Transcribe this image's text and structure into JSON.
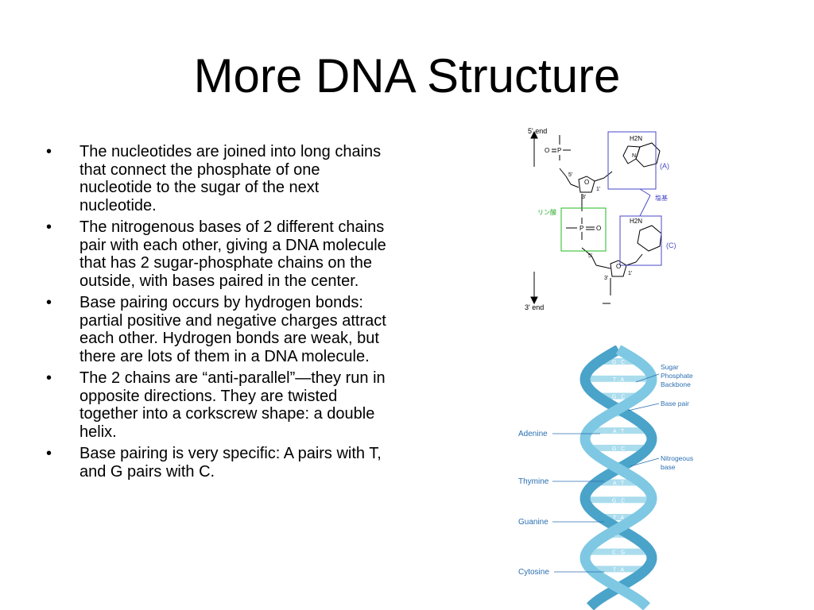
{
  "slide": {
    "title": "More DNA Structure",
    "bullets": [
      "The nucleotides are joined into long chains that connect the phosphate of one nucleotide to the sugar of the next nucleotide.",
      "The nitrogenous bases of 2 different chains pair with each other, giving a DNA molecule that has 2 sugar-phosphate chains on the outside, with bases paired in the center.",
      "Base pairing occurs by hydrogen bonds: partial positive and negative charges attract each other.  Hydrogen bonds are weak, but there are lots of them in a DNA molecule.",
      "The 2 chains are “anti-parallel”—they run in opposite directions.  They are twisted together into a corkscrew shape: a double helix.",
      "Base pairing is very specific: A pairs with T, and G pairs with C."
    ],
    "bullet_glyph": "•"
  },
  "chem_figure": {
    "five_prime": "5' end",
    "three_prime": "3' end",
    "base_a": "(A)",
    "base_c": "(C)",
    "base_jp": "塩基",
    "phosphate_jp": "リン酸",
    "h2n_1": "H2N",
    "h2n_2": "H2N",
    "o_label": "O",
    "p_label": "P",
    "n_label": "N",
    "prime5a": "5'",
    "prime5b": "5'",
    "prime3a": "3'",
    "prime3b": "3'",
    "prime1a": "1'",
    "prime1b": "1'",
    "colors": {
      "base_box": "#4a4ac8",
      "phosphate_box": "#22bb22",
      "phosphate_text": "#22aa22"
    }
  },
  "helix_figure": {
    "labels_left": [
      "Adenine",
      "Thymine",
      "Guanine",
      "Cytosine"
    ],
    "labels_right": [
      "Sugar",
      "Phosphate",
      "Backbone",
      "Base pair",
      "Nitrogeous",
      "base"
    ],
    "pairs": [
      "G : C",
      "T : A",
      "G : C",
      "T : A",
      "A : T",
      "G : C",
      "T : A",
      "A : T",
      "G : C",
      "T : A",
      "A : T",
      "C : G",
      "T : A",
      "A : T"
    ],
    "colors": {
      "strand": "#7ec8e3",
      "strand_dark": "#4aa3c9",
      "rung": "#a9dced",
      "label": "#2a6fb0"
    }
  }
}
